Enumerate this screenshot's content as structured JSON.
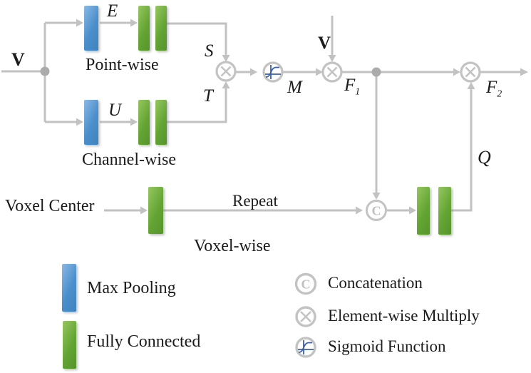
{
  "diagram": {
    "input_label": "V",
    "pointwise": {
      "edge_label": "E",
      "branch_label": "Point-wise",
      "out_label": "S"
    },
    "channelwise": {
      "edge_label": "U",
      "branch_label": "Channel-wise",
      "out_label": "T"
    },
    "voxelwise": {
      "input_label": "Voxel Center",
      "repeat_label": "Repeat",
      "branch_label": "Voxel-wise"
    },
    "mask_label": "M",
    "second_input_label": "V",
    "f1": {
      "base": "F",
      "sub": "1"
    },
    "f2": {
      "base": "F",
      "sub": "2"
    },
    "q_label": "Q",
    "concat_glyph": "C"
  },
  "legend": {
    "max_pooling": "Max Pooling",
    "fully_connected": "Fully Connected",
    "concatenation": "Concatenation",
    "elementwise_multiply": "Element-wise Multiply",
    "sigmoid_function": "Sigmoid Function",
    "concat_glyph": "C"
  },
  "colors": {
    "wire": "#c2c2c2",
    "junction_dot": "#ababab",
    "max_pooling_blue": "#4a8ecb",
    "fully_connected_green": "#64a434",
    "sigmoid_curve": "#3d5fa5",
    "text": "#1b1b1b"
  }
}
